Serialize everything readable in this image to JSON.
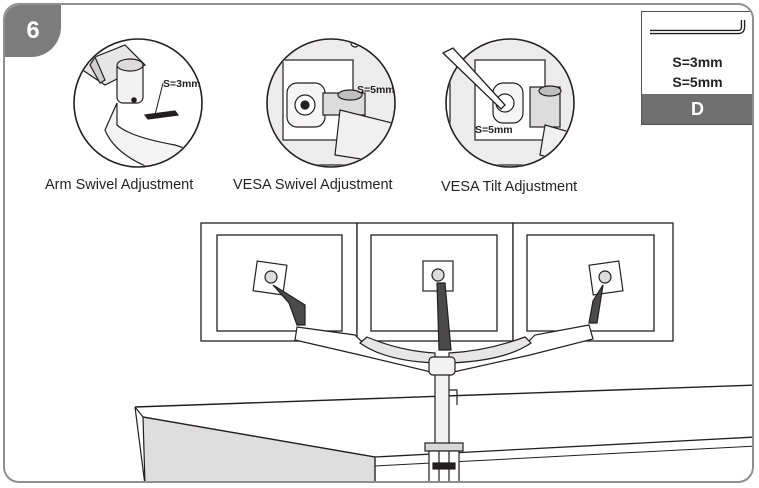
{
  "step": {
    "number": "6"
  },
  "details": [
    {
      "caption": "Arm Swivel Adjustment",
      "size": "S=3mm"
    },
    {
      "caption": "VESA Swivel Adjustment",
      "size": "S=5mm"
    },
    {
      "caption": "VESA Tilt Adjustment",
      "size": "S=5mm"
    }
  ],
  "tool": {
    "sizes": [
      "S=3mm",
      "S=5mm"
    ],
    "letter": "D",
    "icon": "hex-key-icon"
  },
  "colors": {
    "badge": "#7c7c7c",
    "frame": "#8f8f8f",
    "line": "#231f20",
    "shade": "#d9d9d9"
  }
}
